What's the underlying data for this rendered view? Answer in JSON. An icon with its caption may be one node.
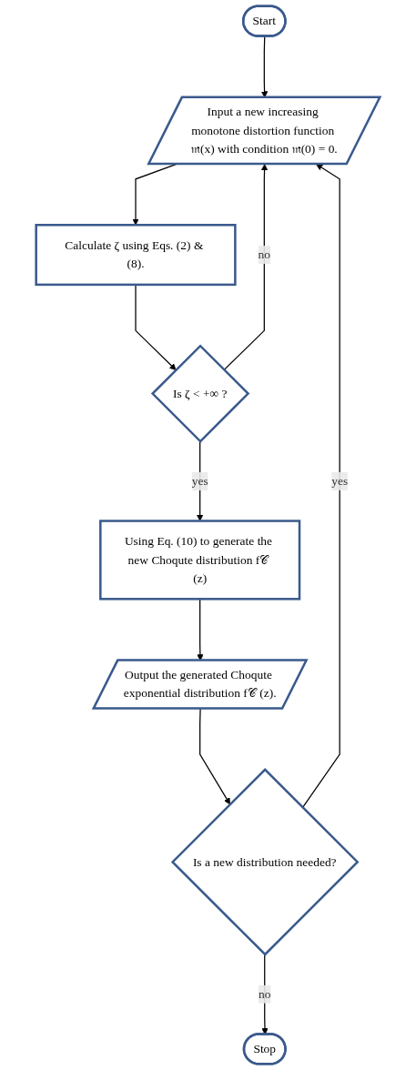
{
  "diagram": {
    "nodes": [
      {
        "text": [
          "Start"
        ]
      },
      {
        "text": [
          "Input a new increasing monotone distortion function 𝔪(x) with condition 𝔪(0) = 0."
        ]
      },
      {
        "text": [
          "Calculate ζ using Eqs. (2) & (8)."
        ]
      },
      {
        "text": [
          "Is ζ < +∞ ?"
        ]
      },
      {
        "text": [
          "Using Eq. (10) to generate the new Choqute distribution f𝒞 (z)"
        ]
      },
      {
        "text": [
          "Output the generated Choqute exponential distribution f𝒞 (z)."
        ]
      },
      {
        "text": [
          "Is a new distribution needed?"
        ]
      },
      {
        "text": [
          "Stop"
        ]
      }
    ],
    "edges": [
      {
        "from": 0,
        "to": 1,
        "arrow": "to"
      },
      {
        "from": 1,
        "to": 2,
        "arrow": "to"
      },
      {
        "from": 2,
        "to": 3,
        "arrow": "to"
      },
      {
        "from": 3,
        "to": 1,
        "arrow": "to",
        "label": "no"
      },
      {
        "from": 3,
        "to": 4,
        "arrow": "to",
        "label": "yes"
      },
      {
        "from": 4,
        "to": 5,
        "arrow": "to"
      },
      {
        "from": 5,
        "to": 6,
        "arrow": "to"
      },
      {
        "from": 6,
        "to": 1,
        "arrow": "to",
        "label": "yes"
      },
      {
        "from": 6,
        "to": 7,
        "arrow": "to",
        "label": "no"
      }
    ]
  }
}
